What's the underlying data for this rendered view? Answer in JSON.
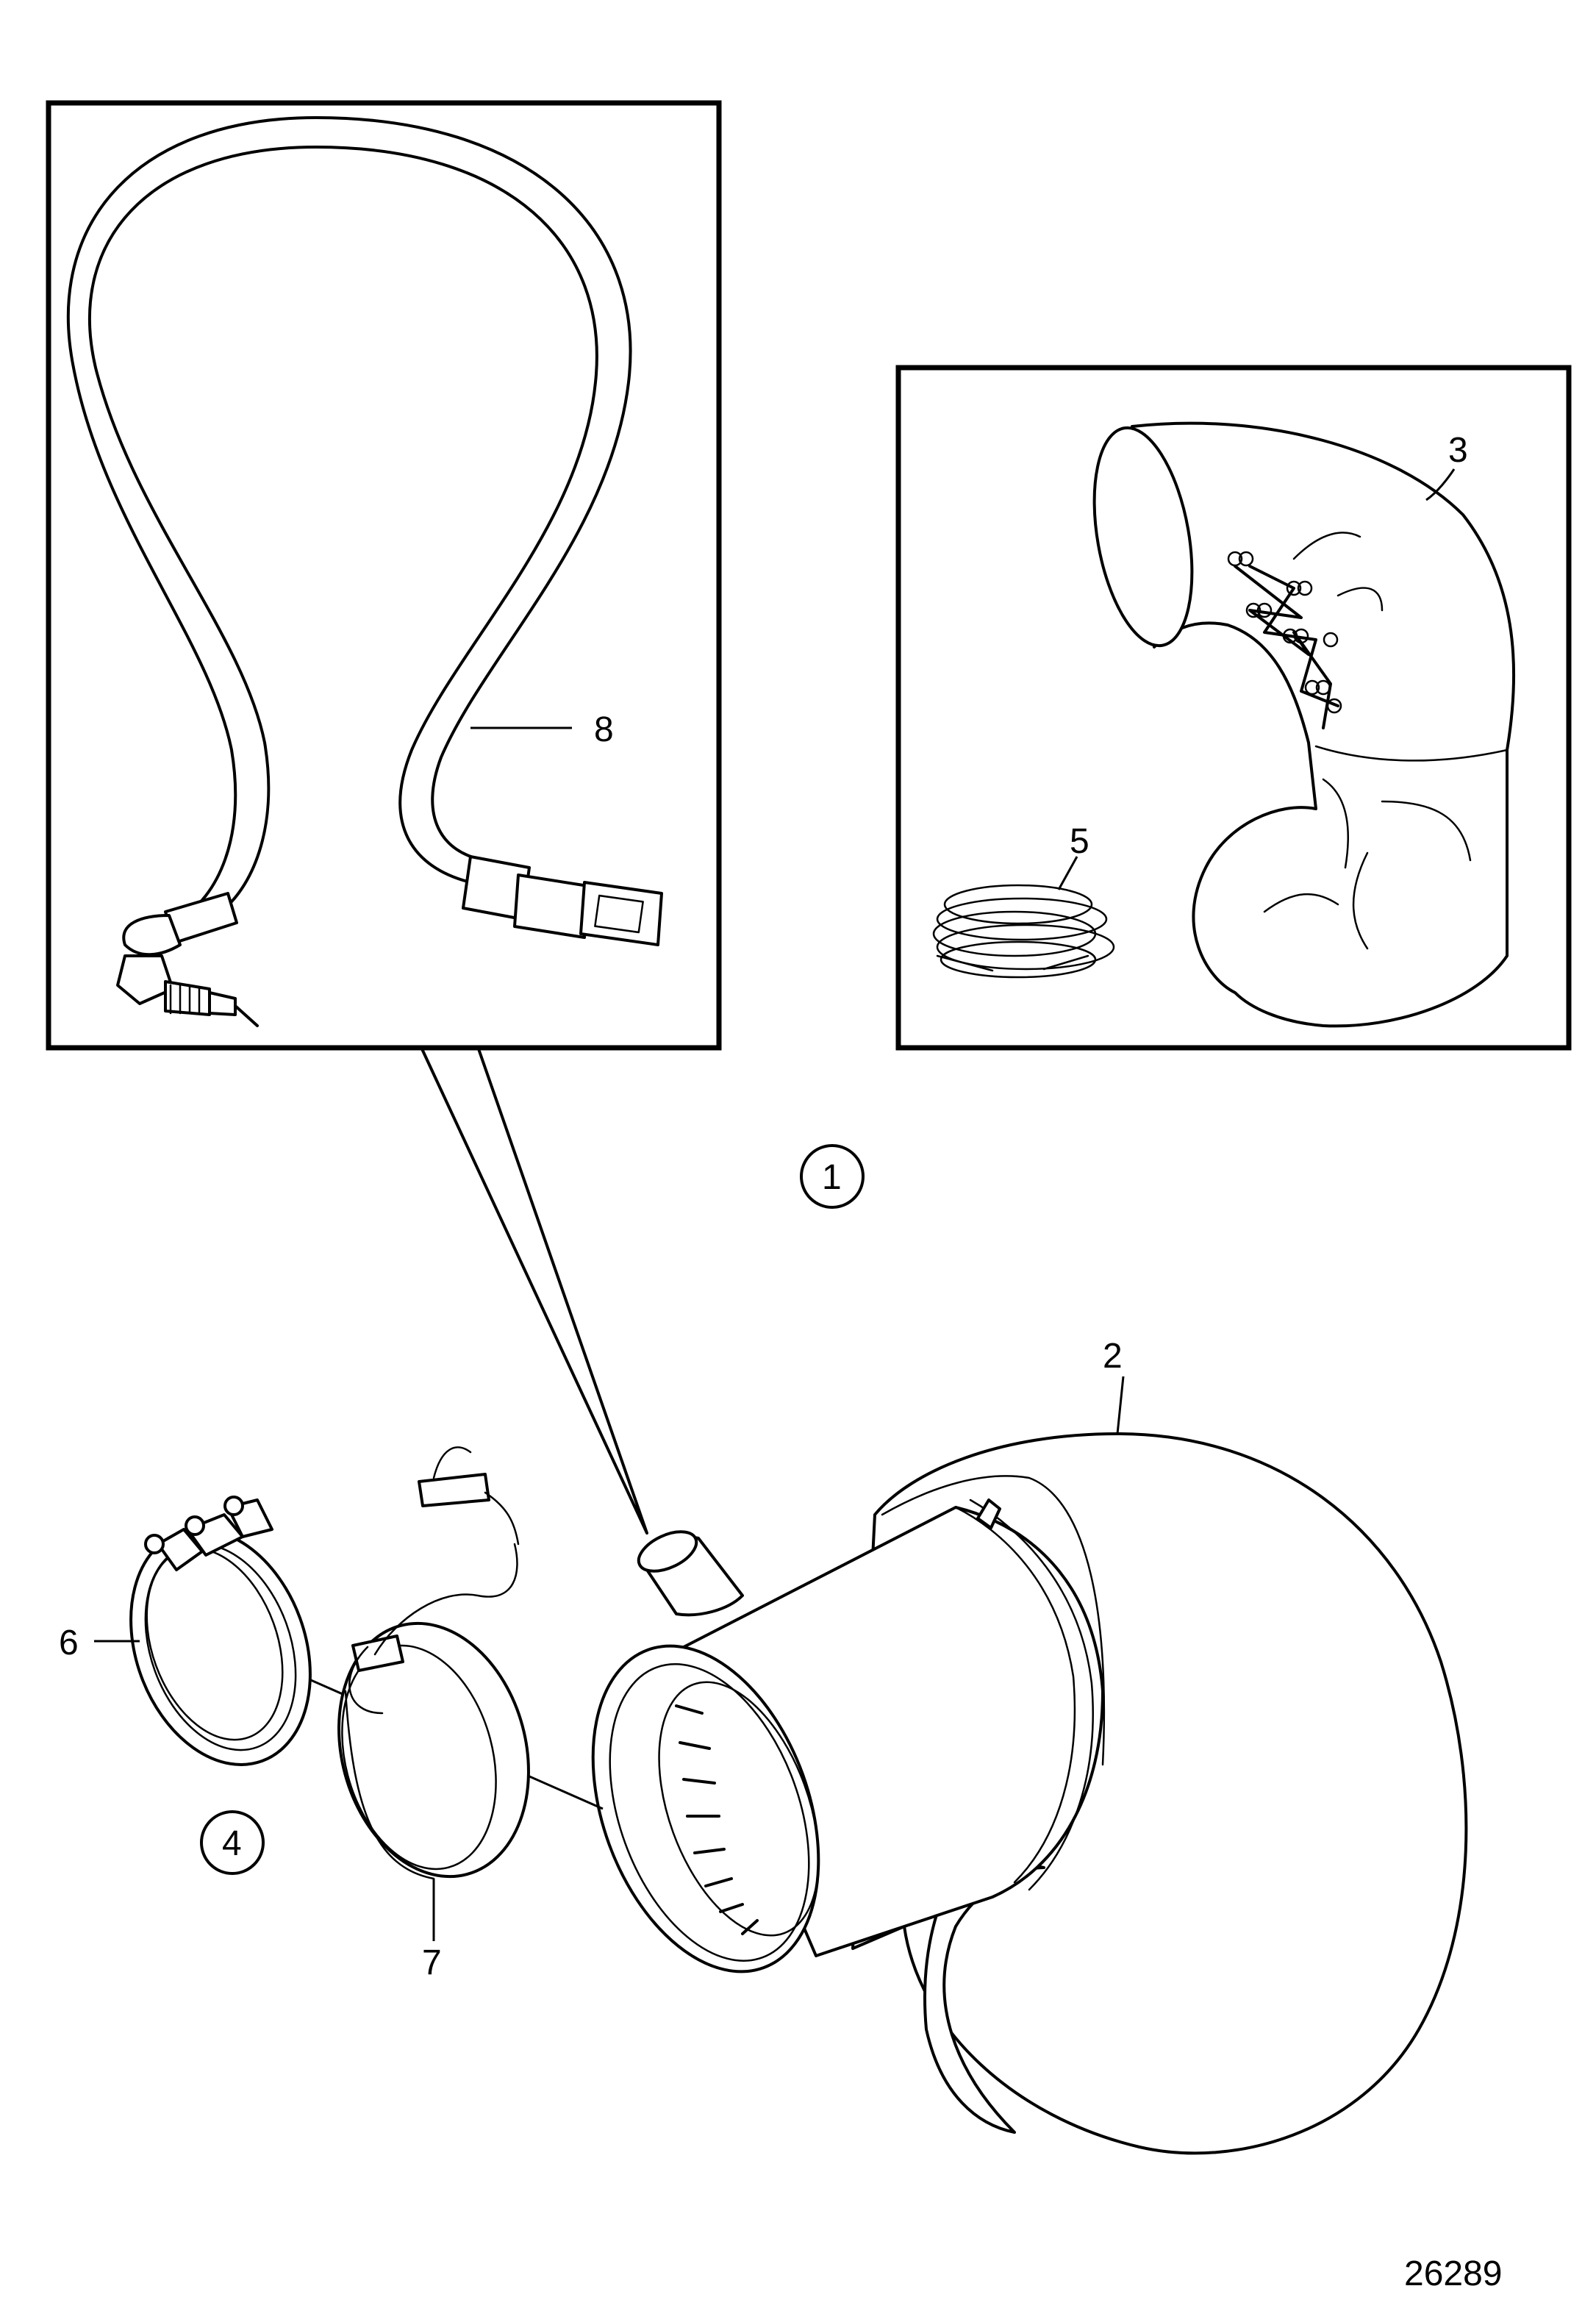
{
  "callouts": {
    "c1": "1",
    "c2": "2",
    "c3": "3",
    "c4": "4",
    "c5": "5",
    "c6": "6",
    "c7": "7",
    "c8": "8"
  },
  "figure_number": "26289"
}
